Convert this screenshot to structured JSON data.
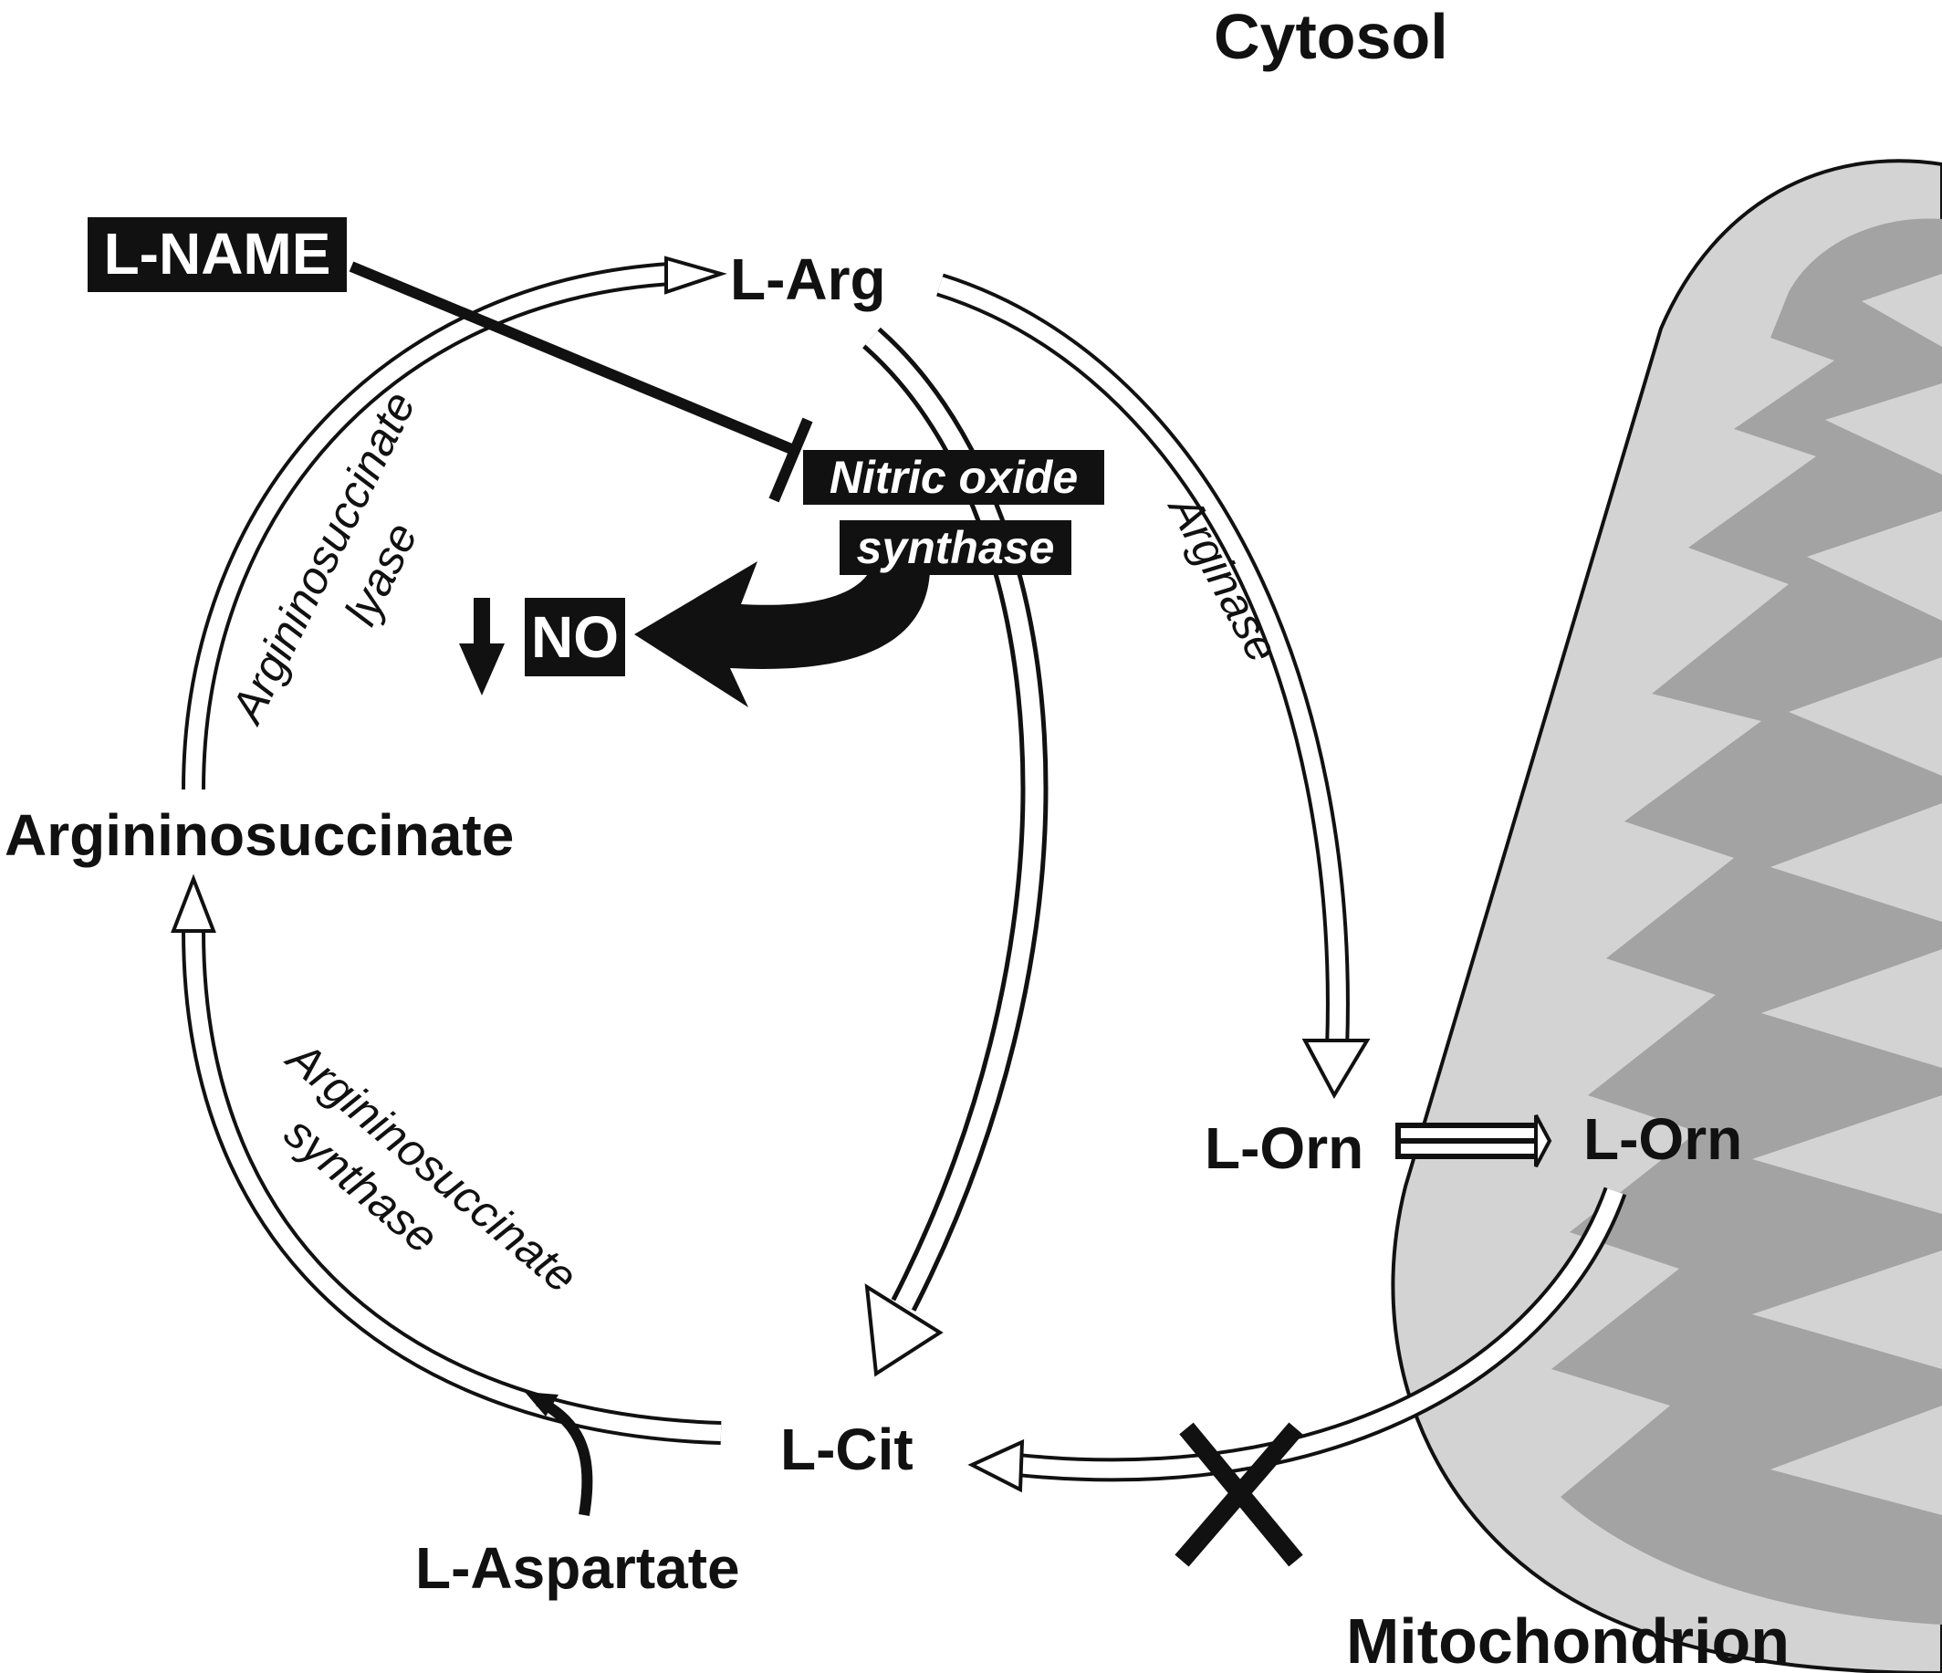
{
  "compartments": {
    "cytosol": "Cytosol",
    "mitochondrion": "Mitochondrion"
  },
  "metabolites": {
    "l_arg": "L-Arg",
    "argininosuccinate": "Argininosuccinate",
    "l_orn_cyto": "L-Orn",
    "l_orn_mito": "L-Orn",
    "l_cit": "L-Cit",
    "l_aspartate": "L-Aspartate",
    "no": "NO"
  },
  "enzymes": {
    "nos_line1": "Nitric oxide",
    "nos_line2": "synthase",
    "arginase": "Arginase",
    "asl_line1": "Argininosuccinate",
    "asl_line2": "lyase",
    "ass_line1": "Argininosuccinate",
    "ass_line2": "synthase"
  },
  "inhibitor": "L-NAME",
  "colors": {
    "mitochondrion_outer": "#d3d3d3",
    "mitochondrion_cristae": "#a3a3a3",
    "ink": "#111111"
  }
}
